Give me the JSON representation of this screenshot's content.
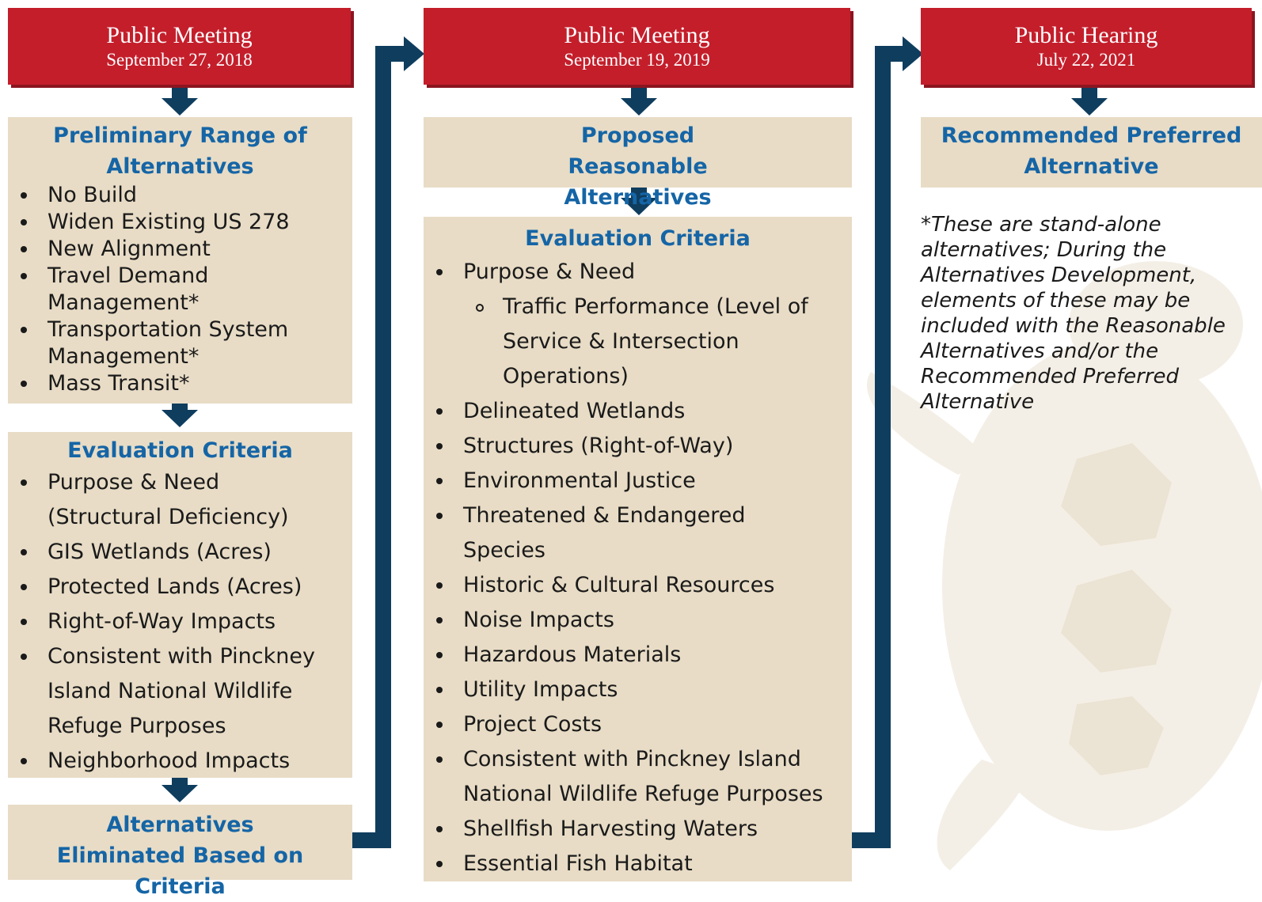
{
  "colors": {
    "header_red": "#c41e2b",
    "box_beige": "#e8dcc6",
    "title_blue": "#1565a6",
    "arrow_navy": "#0f3d5e"
  },
  "col1": {
    "header": {
      "title": "Public Meeting",
      "date": "September 27, 2018"
    },
    "box1": {
      "title": "Preliminary Range of Alternatives",
      "items": [
        "No Build",
        "Widen Existing US 278",
        "New Alignment",
        "Travel Demand Management*",
        "Transportation System Management*",
        "Mass Transit*"
      ]
    },
    "box2": {
      "title": "Evaluation Criteria",
      "items": [
        "Purpose & Need (Structural Deficiency)",
        "GIS Wetlands (Acres)",
        "Protected Lands (Acres)",
        "Right-of-Way Impacts",
        "Consistent with Pinckney Island National Wildlife Refuge Purposes",
        "Neighborhood Impacts"
      ]
    },
    "box3": {
      "title": "Alternatives Eliminated Based on Criteria"
    }
  },
  "col2": {
    "header": {
      "title": "Public Meeting",
      "date": "September 19, 2019"
    },
    "box1": {
      "title": "Proposed Reasonable Alternatives"
    },
    "box2": {
      "title": "Evaluation Criteria",
      "items": [
        "Purpose & Need"
      ],
      "subitems": [
        "Traffic Performance (Level of Service & Intersection Operations)"
      ],
      "items2": [
        "Delineated Wetlands",
        "Structures (Right-of-Way)",
        "Environmental Justice",
        "Threatened & Endangered Species",
        "Historic & Cultural Resources",
        "Noise Impacts",
        "Hazardous Materials",
        "Utility Impacts",
        "Project Costs",
        "Consistent with Pinckney Island National Wildlife Refuge Purposes",
        "Shellfish Harvesting Waters",
        "Essential Fish Habitat"
      ]
    }
  },
  "col3": {
    "header": {
      "title": "Public Hearing",
      "date": "July 22, 2021"
    },
    "box1": {
      "title": "Recommended Preferred Alternative"
    },
    "note": "*These are stand-alone alternatives; During the Alternatives Development, elements of these may be included with the Reasonable Alternatives and/or the Recommended Preferred Alternative"
  }
}
